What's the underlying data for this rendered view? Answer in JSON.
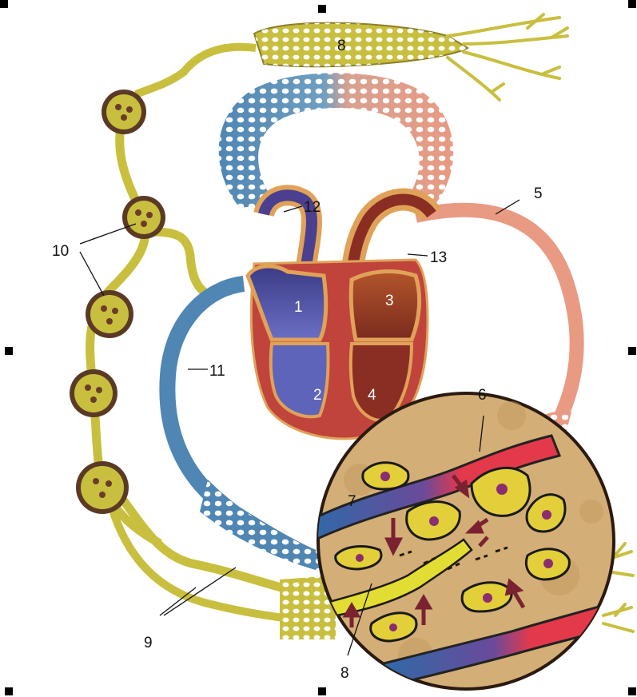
{
  "diagram": {
    "labels": {
      "l1": "1",
      "l2": "2",
      "l3": "3",
      "l4": "4",
      "l5": "5",
      "l6": "6",
      "l7": "7",
      "l8_top": "8",
      "l8_bottom": "8",
      "l9": "9",
      "l10": "10",
      "l11": "11",
      "l12": "12",
      "l13": "13"
    },
    "colors": {
      "venous_blue": "#4f86b3",
      "arterial_red": "#e89a82",
      "lymph_yellow": "#c9bf3f",
      "tissue_tan": "#c8a06a",
      "heart_muscle": "#c0443c",
      "node_dark": "#5b3a25",
      "cell_yellow": "#e3cf39",
      "nucleus_purple": "#8b2d6e"
    }
  }
}
